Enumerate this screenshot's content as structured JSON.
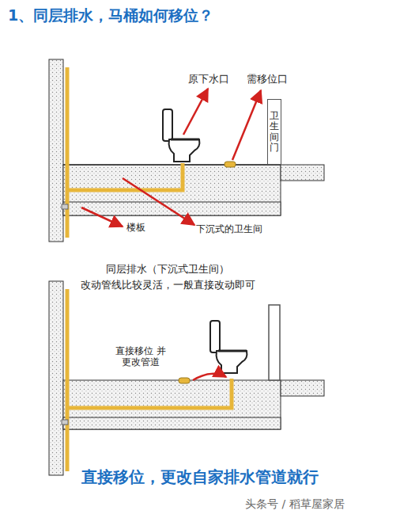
{
  "diagram": {
    "title": "1、同层排水，马桶如何移位？",
    "caption": "直接移位，更改自家排水管道就行",
    "nodes": [
      {
        "text": [
          "卫生间门"
        ]
      }
    ],
    "labels": [
      "原下水口",
      "需移位口",
      "楼板",
      "下沉式的卫生间",
      "同层排水（下沉式卫生间）",
      "改动管线比较灵活，一般直接改动即可",
      "直接移位 并更改管道",
      "头条号 / 稻草屋家居"
    ]
  }
}
